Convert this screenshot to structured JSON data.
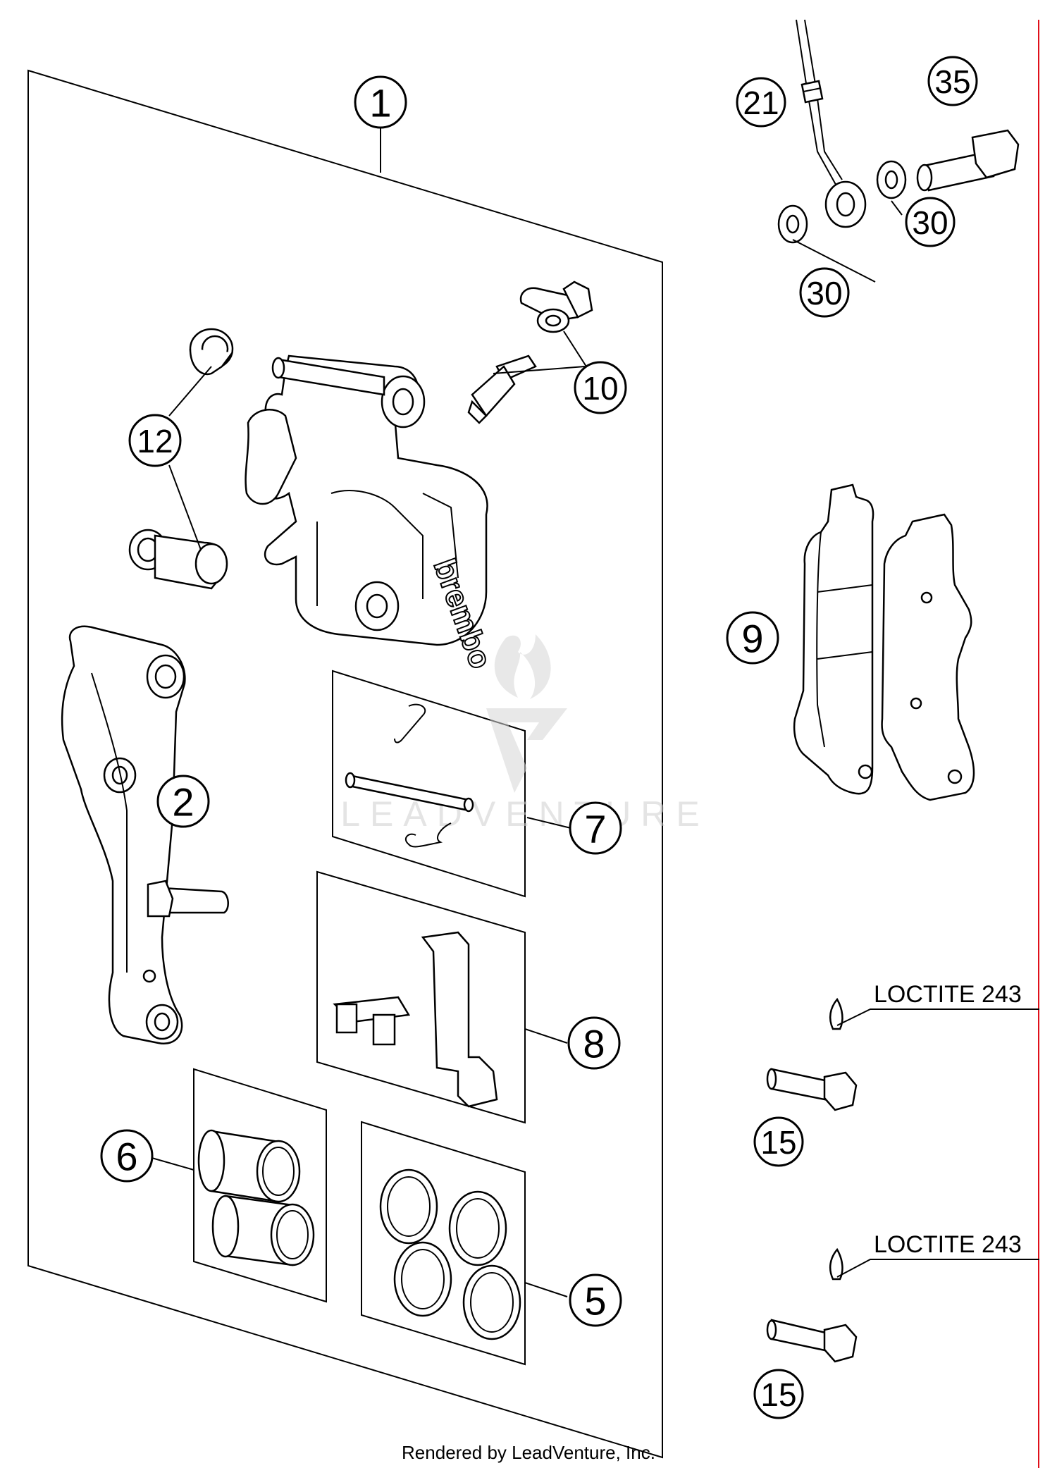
{
  "callouts": {
    "c1": "1",
    "c2": "2",
    "c5": "5",
    "c6": "6",
    "c7": "7",
    "c8": "8",
    "c9": "9",
    "c10": "10",
    "c12": "12",
    "c15a": "15",
    "c15b": "15",
    "c21": "21",
    "c30a": "30",
    "c30b": "30",
    "c35": "35"
  },
  "notes": {
    "loctite_top": "LOCTITE 243",
    "loctite_bottom": "LOCTITE 243"
  },
  "watermark": "LEADVENTURE",
  "footer": "Rendered by LeadVenture, Inc.",
  "colors": {
    "line": "#000000",
    "accent_rule": "#e0101a",
    "watermark": "#cfcfcf"
  }
}
